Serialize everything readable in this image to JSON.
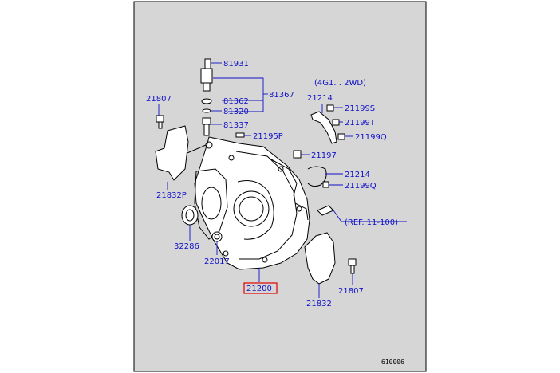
{
  "diagram_code": "610006",
  "callouts": [
    {
      "id": "c81931",
      "text": "81931"
    },
    {
      "id": "c81367",
      "text": "81367"
    },
    {
      "id": "c81362",
      "text": "81362"
    },
    {
      "id": "c81320",
      "text": "81320"
    },
    {
      "id": "c81337",
      "text": "81337"
    },
    {
      "id": "c21807a",
      "text": "21807"
    },
    {
      "id": "c21832p",
      "text": "21832P"
    },
    {
      "id": "c21195p",
      "text": "21195P"
    },
    {
      "id": "c4g1",
      "text": "(4G1. . 2WD)"
    },
    {
      "id": "c21214a",
      "text": "21214"
    },
    {
      "id": "c21199s",
      "text": "21199S"
    },
    {
      "id": "c21199t",
      "text": "21199T"
    },
    {
      "id": "c21199q_a",
      "text": "21199Q"
    },
    {
      "id": "c21197",
      "text": "21197"
    },
    {
      "id": "c21214b",
      "text": "21214"
    },
    {
      "id": "c21199q_b",
      "text": "21199Q"
    },
    {
      "id": "cref",
      "text": "(REF. 11-100)"
    },
    {
      "id": "c32286",
      "text": "32286"
    },
    {
      "id": "c22017",
      "text": "22017"
    },
    {
      "id": "c21200",
      "text": "21200"
    },
    {
      "id": "c21807b",
      "text": "21807"
    },
    {
      "id": "c21832",
      "text": "21832"
    }
  ],
  "colors": {
    "page": "#ffffff",
    "panel": "#d6d6d6",
    "label": "#1010c8",
    "highlight": "#e00000",
    "line": "#000000"
  }
}
